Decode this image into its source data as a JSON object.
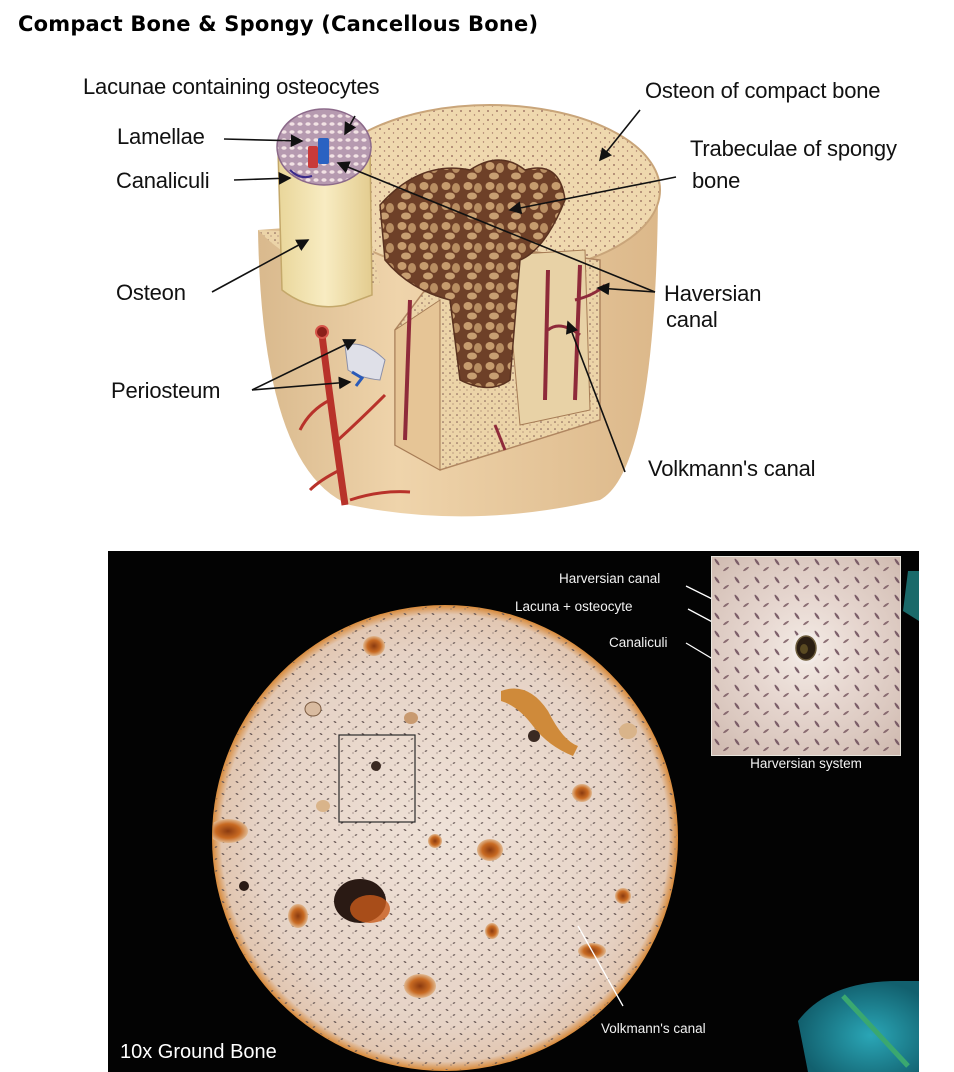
{
  "title": "Compact Bone & Spongy (Cancellous Bone)",
  "diagram": {
    "labels": {
      "lacunae": "Lacunae containing osteocytes",
      "lamellae": "Lamellae",
      "canaliculi": "Canaliculi",
      "osteon": "Osteon",
      "periosteum": "Periosteum",
      "osteon_compact": "Osteon of compact bone",
      "trabeculae_line1": "Trabeculae of  spongy",
      "trabeculae_line2": "bone",
      "haversian_line1": "Haversian",
      "haversian_line2": "canal",
      "volkmann": "Volkmann's canal"
    },
    "colors": {
      "bone_outer": "#e9c9a0",
      "bone_top": "#efd9b0",
      "spongy": "#8a5a3a",
      "artery": "#b8322a",
      "vein": "#2a5ab8"
    }
  },
  "micrograph": {
    "magnification_label": "10x Ground Bone",
    "inset_caption": "Harversian system",
    "labels": {
      "harversian_canal": "Harversian canal",
      "lacuna_osteocyte": "Lacuna + osteocyte",
      "canaliculi": "Canaliculi",
      "volkmann": "Volkmann's canal"
    },
    "colors": {
      "background": "#030303",
      "field": "#eadbd0",
      "rim": "#d98a3a",
      "canal_orange": "#c86a22"
    }
  }
}
